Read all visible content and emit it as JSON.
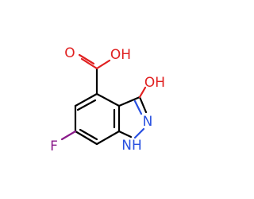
{
  "molecule": {
    "atoms": {
      "carbonyl_o": {
        "label": "O",
        "color": "#e02020"
      },
      "hydroxyl_acid": {
        "label": "OH",
        "color": "#e02020"
      },
      "hydroxyl_ring": {
        "label": "OH",
        "color": "#e02020"
      },
      "n_ring": {
        "label": "N",
        "color": "#2850e0"
      },
      "nh_ring": {
        "label": "NH",
        "color": "#2850e0"
      },
      "h_nh": {
        "label": "H",
        "color": "#2850e0"
      },
      "fluorine": {
        "label": "F",
        "color": "#8a1a8a"
      }
    },
    "bond_color": "#000000"
  }
}
